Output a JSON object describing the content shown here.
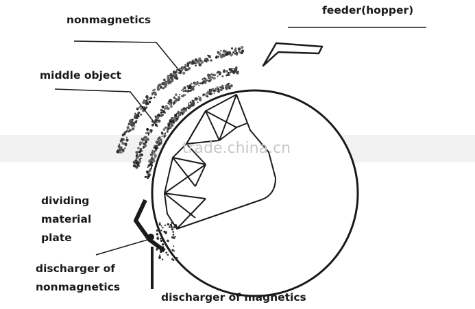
{
  "labels": {
    "feeder": "feeder(hopper)",
    "nonmagnetics": "nonmagnetics",
    "middle_object": "middle object",
    "dividing_1": "dividing",
    "dividing_2": "material",
    "dividing_3": "plate",
    "discharger_non_1": "discharger of",
    "discharger_non_2": "nonmagnetics",
    "discharger_mag": "discharger of magnetics"
  },
  "watermark": "trade.china.cn",
  "colors": {
    "ink": "#1a1a1a",
    "background": "#ffffff",
    "watermark_band": "#ececec"
  }
}
